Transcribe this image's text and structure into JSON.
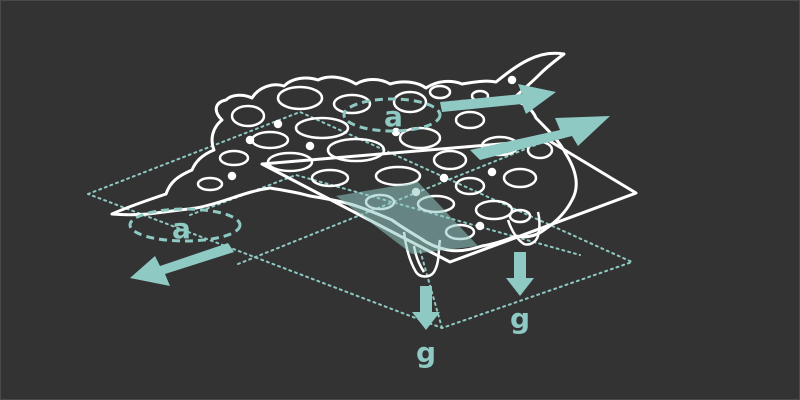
{
  "colors": {
    "background": "#333333",
    "frame": "#444444",
    "line": "#ffffff",
    "accent": "#8fc9c3",
    "dotted": "#8fc9c3"
  },
  "labels": {
    "accel_back": "a",
    "accel_top": "a",
    "gravity_front": "g",
    "gravity_right": "g"
  }
}
